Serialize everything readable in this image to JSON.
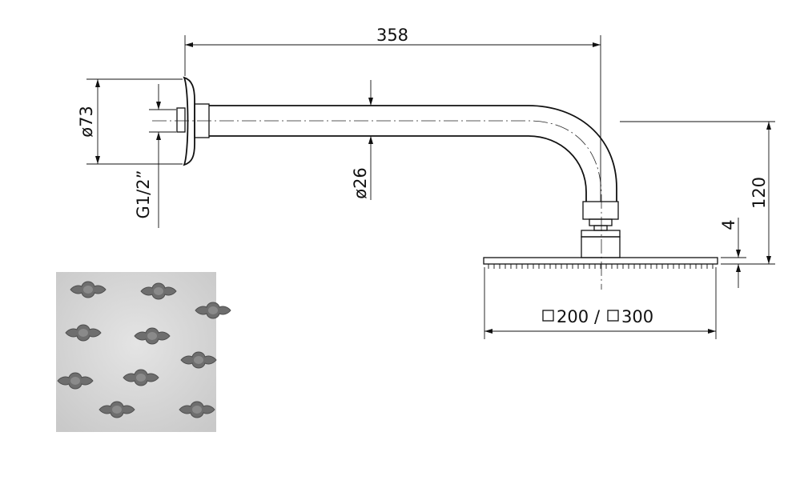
{
  "dimensions": {
    "arm_length": "358",
    "flange_diameter": "ø73",
    "thread": "G1/2”",
    "pipe_diameter": "ø26",
    "height": "120",
    "head_thickness": "4",
    "head_size_small": "200",
    "head_separator": "/",
    "head_size_large": "300"
  },
  "photo": {
    "subject": "shower head nozzle close-up",
    "nozzle_icon": "nozzle-icon"
  }
}
